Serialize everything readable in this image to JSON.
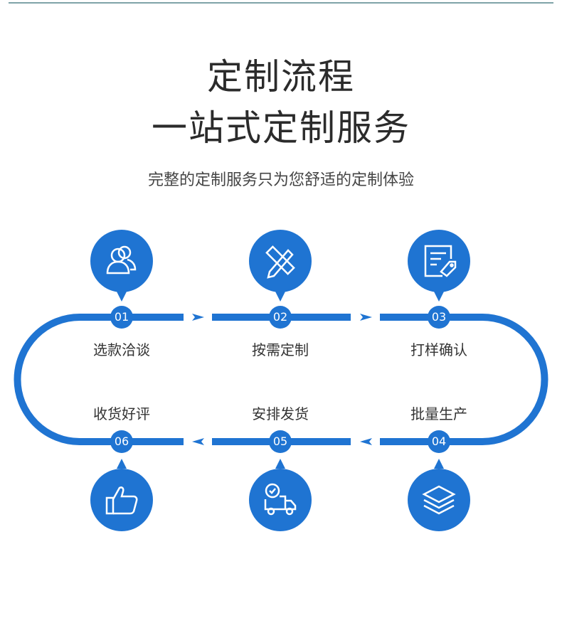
{
  "title_line1": "定制流程",
  "title_line2": "一站式定制服务",
  "subtitle": "完整的定制服务只为您舒适的定制体验",
  "accent_color": "#1f74d2",
  "steps": [
    {
      "number": "01",
      "label": "选款洽谈",
      "icon": "users-icon"
    },
    {
      "number": "02",
      "label": "按需定制",
      "icon": "ruler-pencil-icon"
    },
    {
      "number": "03",
      "label": "打样确认",
      "icon": "document-tag-icon"
    },
    {
      "number": "04",
      "label": "批量生产",
      "icon": "layers-icon"
    },
    {
      "number": "05",
      "label": "安排发货",
      "icon": "delivery-truck-icon"
    },
    {
      "number": "06",
      "label": "收货好评",
      "icon": "thumbs-up-icon"
    }
  ]
}
